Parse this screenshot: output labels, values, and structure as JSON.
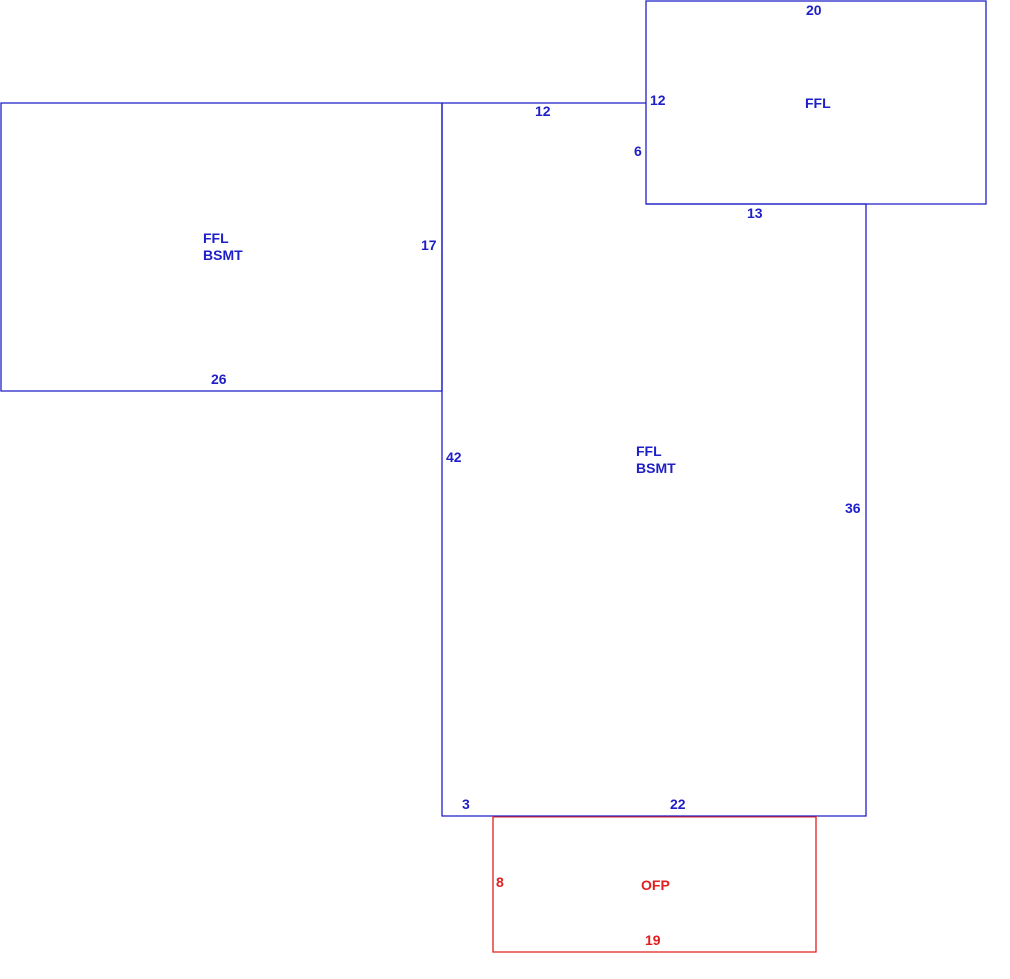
{
  "colors": {
    "living_area": "#1f1fc8",
    "porch": "#e0201e",
    "background": "#ffffff"
  },
  "areas": {
    "left_wing": {
      "lines": [
        "FFL",
        "BSMT"
      ]
    },
    "top_right": {
      "lines": [
        "FFL"
      ]
    },
    "main": {
      "lines": [
        "FFL",
        "BSMT"
      ]
    },
    "porch": {
      "lines": [
        "OFP"
      ]
    }
  },
  "dimensions": {
    "top_right_width": "20",
    "top_right_left_upper": "12",
    "top_right_left_lower": "6",
    "top_right_bottom": "13",
    "main_top": "12",
    "left_wing_right": "17",
    "left_wing_bottom": "26",
    "main_left": "42",
    "main_right": "36",
    "main_bottom_left": "3",
    "main_bottom": "22",
    "porch_left": "8",
    "porch_bottom": "19"
  }
}
